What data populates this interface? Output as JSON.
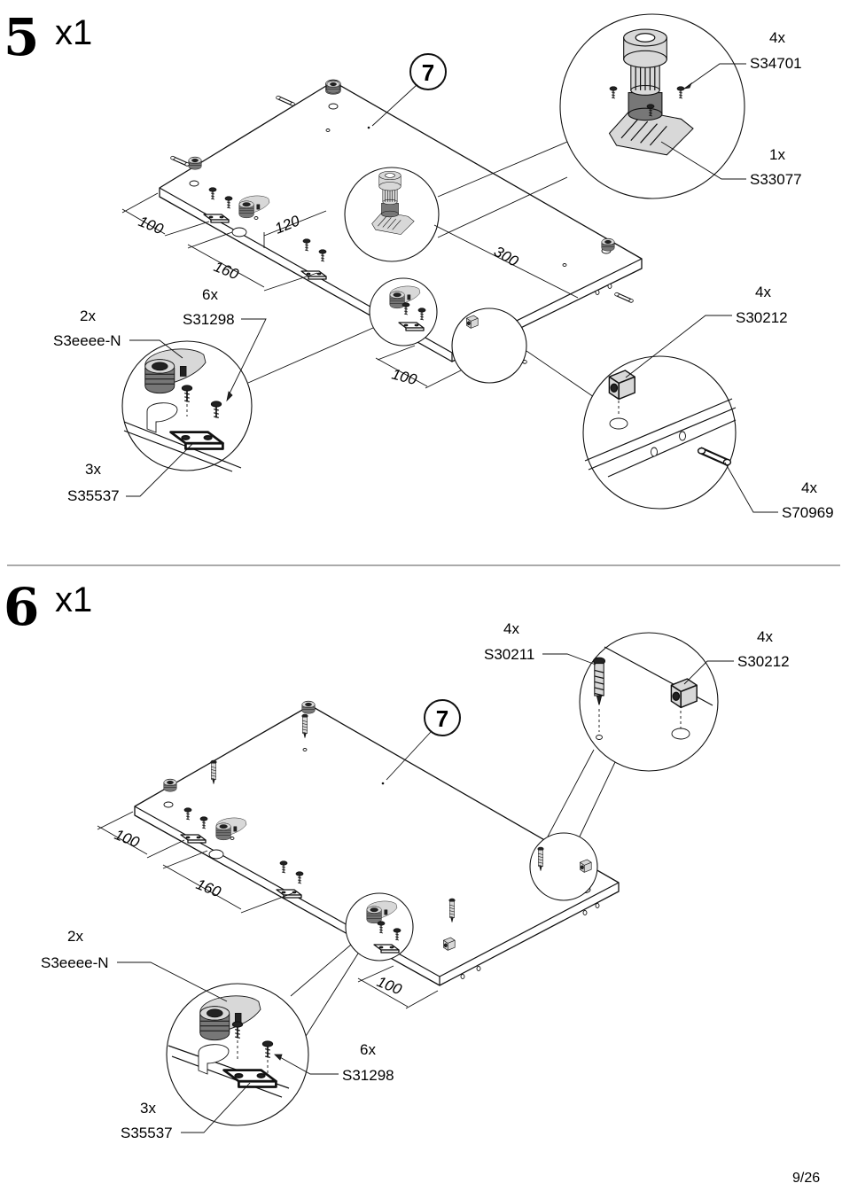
{
  "steps": [
    {
      "number": "5",
      "quantity": "x1",
      "panel_label": "7",
      "dimensions": [
        "100",
        "120",
        "160",
        "300",
        "100"
      ],
      "callouts": [
        {
          "qty": "4x",
          "code": "S34701"
        },
        {
          "qty": "1x",
          "code": "S33077"
        },
        {
          "qty": "4x",
          "code": "S30212"
        },
        {
          "qty": "6x",
          "code": "S31298"
        },
        {
          "qty": "2x",
          "code": "S3eeee-N"
        },
        {
          "qty": "3x",
          "code": "S35537"
        },
        {
          "qty": "4x",
          "code": "S70969"
        }
      ]
    },
    {
      "number": "6",
      "quantity": "x1",
      "panel_label": "7",
      "dimensions": [
        "100",
        "160",
        "100"
      ],
      "callouts": [
        {
          "qty": "4x",
          "code": "S30211"
        },
        {
          "qty": "4x",
          "code": "S30212"
        },
        {
          "qty": "2x",
          "code": "S3eeee-N"
        },
        {
          "qty": "6x",
          "code": "S31298"
        },
        {
          "qty": "3x",
          "code": "S35537"
        }
      ]
    }
  ],
  "page_number": "9/26"
}
